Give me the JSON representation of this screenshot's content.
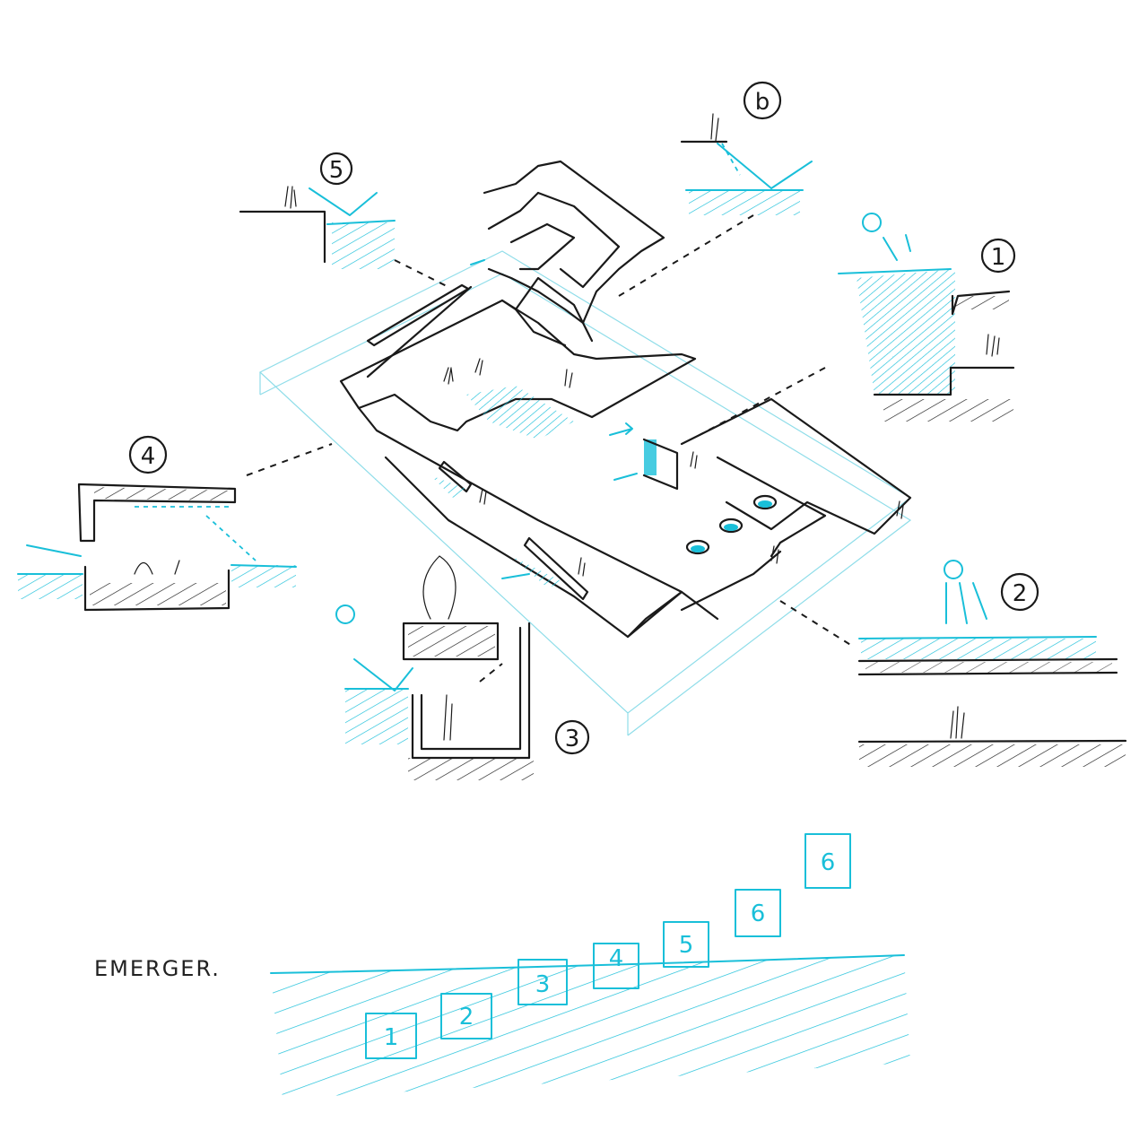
{
  "labels": {
    "detail_1": "1",
    "detail_2": "2",
    "detail_3": "3",
    "detail_4": "4",
    "detail_5": "5",
    "detail_6": "b"
  },
  "caption": "EMERGER.",
  "emerge_steps": [
    "1",
    "2",
    "3",
    "4",
    "5",
    "6",
    "6"
  ],
  "colors": {
    "ink": "#1a1a1a",
    "water": "#19bfd9"
  }
}
